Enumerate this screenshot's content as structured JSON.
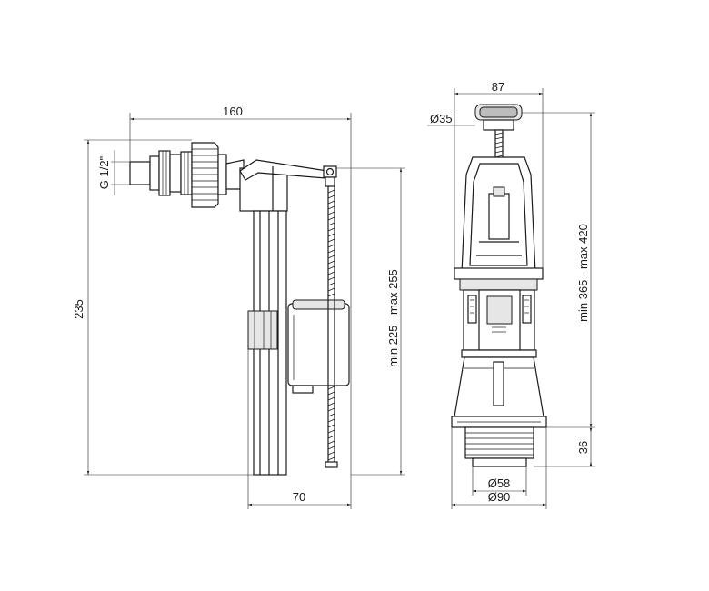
{
  "drawing": {
    "fill_valve": {
      "width_label": "160",
      "height_label": "235",
      "thread_label": "G 1/2\"",
      "adjust_label": "min 225 - max 255",
      "base_label": "70"
    },
    "flush_valve": {
      "width_label": "87",
      "button_label": "Ø35",
      "adjust_label": "min 365 - max 420",
      "thread_height_label": "36",
      "inner_dia_label": "Ø58",
      "outer_dia_label": "Ø90"
    }
  }
}
